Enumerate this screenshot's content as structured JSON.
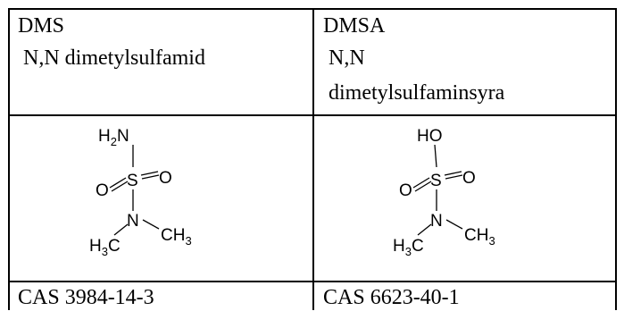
{
  "table": {
    "columns": [
      {
        "abbreviation": "DMS",
        "name_lines": [
          "N,N dimetylsulfamid"
        ],
        "cas": "CAS 3984-14-3",
        "structure": {
          "top_group": "H2N",
          "top_group_parts": [
            "H",
            "2",
            "N"
          ],
          "center_atom": "S",
          "oxygen": "O",
          "nitrogen": "N",
          "methyl": "CH3",
          "methyl_parts": [
            "CH",
            "3"
          ],
          "methyl_left_parts": [
            "H",
            "3",
            "C"
          ]
        }
      },
      {
        "abbreviation": "DMSA",
        "name_lines": [
          "N,N",
          "dimetylsulfaminsyra"
        ],
        "cas": "CAS 6623-40-1",
        "structure": {
          "top_group": "HO",
          "center_atom": "S",
          "oxygen": "O",
          "nitrogen": "N",
          "methyl": "CH3",
          "methyl_parts": [
            "CH",
            "3"
          ],
          "methyl_left_parts": [
            "H",
            "3",
            "C"
          ]
        }
      }
    ]
  }
}
